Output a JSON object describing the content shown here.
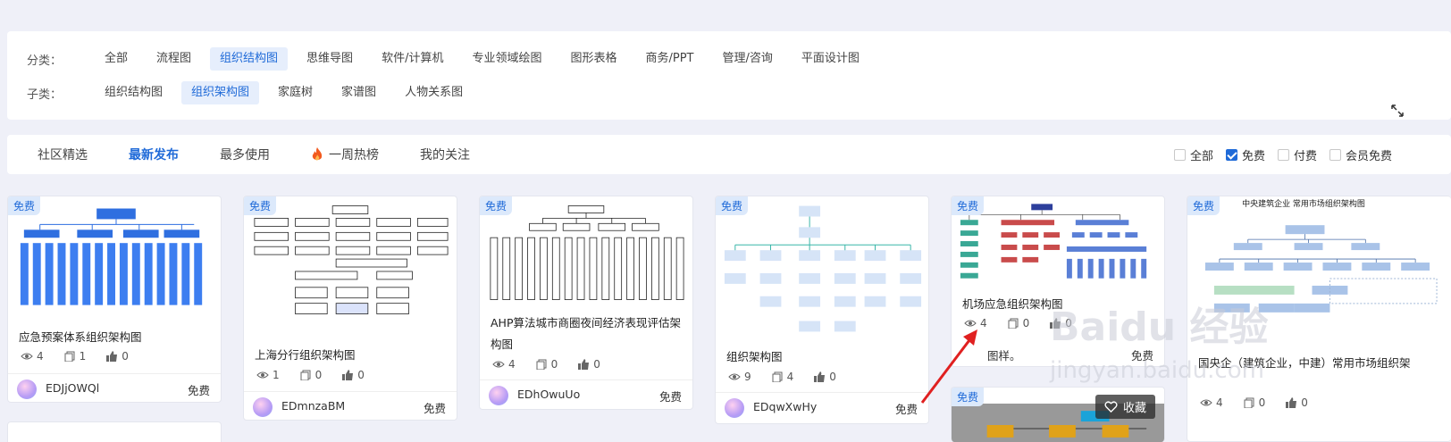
{
  "filters": {
    "category_label": "分类：",
    "categories": [
      "全部",
      "流程图",
      "组织结构图",
      "思维导图",
      "软件/计算机",
      "专业领域绘图",
      "图形表格",
      "商务/PPT",
      "管理/咨询",
      "平面设计图"
    ],
    "sub_label": "子类：",
    "subcategories": [
      "组织结构图",
      "组织架构图",
      "家庭树",
      "家谱图",
      "人物关系图"
    ]
  },
  "tabs": [
    "社区精选",
    "最新发布",
    "最多使用",
    "一周热榜",
    "我的关注"
  ],
  "checkboxes": [
    "全部",
    "免费",
    "付费",
    "会员免费"
  ],
  "cards": [
    {
      "badge": "免费",
      "title": "应急预案体系组织架构图",
      "views": "4",
      "copies": "1",
      "likes": "0",
      "user": "EDJjOWQl",
      "price": "免费"
    },
    {
      "badge": "免费",
      "title": "上海分行组织架构图",
      "views": "1",
      "copies": "0",
      "likes": "0",
      "user": "EDmnzaBM",
      "price": "免费"
    },
    {
      "badge": "免费",
      "title": "AHP算法城市商圈夜间经济表现评估架构图",
      "views": "4",
      "copies": "0",
      "likes": "0",
      "user": "EDhOwuUo",
      "price": "免费"
    },
    {
      "badge": "免费",
      "title": "组织架构图",
      "views": "9",
      "copies": "4",
      "likes": "0",
      "user": "EDqwXwHy",
      "price": "免费"
    },
    {
      "badge": "免费",
      "title": "机场应急组织架构图",
      "views": "4",
      "copies": "0",
      "likes": "0",
      "user": "图样。",
      "price": "免费"
    },
    {
      "badge": "免费",
      "title": "国央企（建筑企业，中建）常用市场组织架",
      "views": "4",
      "copies": "0",
      "likes": "0",
      "thumb_title": "中央建筑企业 常用市场组织架构图"
    },
    {
      "badge": "免费",
      "hover_label": "收藏"
    }
  ],
  "watermark": {
    "line1": "Baidu 经验",
    "line2": "jingyan.baidu.com"
  },
  "colors": {
    "accent": "#1f6ad8",
    "badge_bg": "#dce9fb",
    "page_bg": "#eff0f8"
  }
}
